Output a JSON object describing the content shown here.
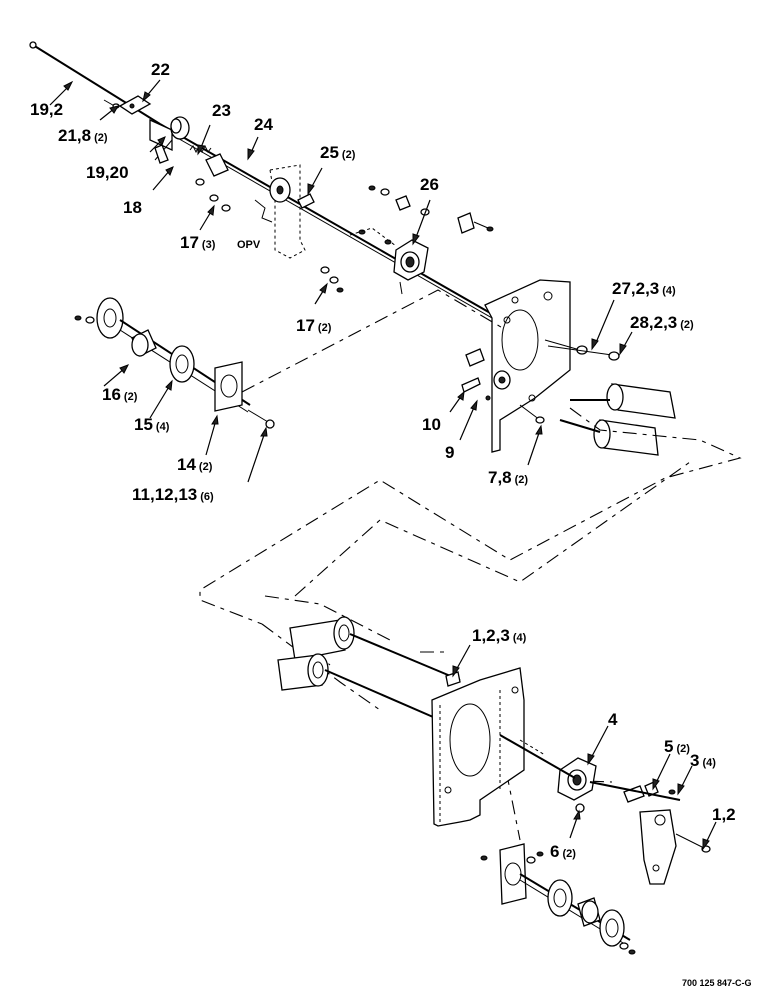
{
  "diagram": {
    "callouts": [
      {
        "id": "c-19-2-top",
        "label": "19,2",
        "qty": ""
      },
      {
        "id": "c-22",
        "label": "22",
        "qty": ""
      },
      {
        "id": "c-21-8",
        "label": "21,8",
        "qty": "(2)"
      },
      {
        "id": "c-23",
        "label": "23",
        "qty": ""
      },
      {
        "id": "c-24",
        "label": "24",
        "qty": ""
      },
      {
        "id": "c-25",
        "label": "25",
        "qty": "(2)"
      },
      {
        "id": "c-19-20",
        "label": "19,20",
        "qty": ""
      },
      {
        "id": "c-18",
        "label": "18",
        "qty": ""
      },
      {
        "id": "c-26",
        "label": "26",
        "qty": ""
      },
      {
        "id": "c-17-3",
        "label": "17",
        "qty": "(3)"
      },
      {
        "id": "c-17-2",
        "label": "17",
        "qty": "(2)"
      },
      {
        "id": "c-27",
        "label": "27,2,3",
        "qty": "(4)"
      },
      {
        "id": "c-28",
        "label": "28,2,3",
        "qty": "(2)"
      },
      {
        "id": "c-16",
        "label": "16",
        "qty": "(2)"
      },
      {
        "id": "c-15",
        "label": "15",
        "qty": "(4)"
      },
      {
        "id": "c-10",
        "label": "10",
        "qty": ""
      },
      {
        "id": "c-9",
        "label": "9",
        "qty": ""
      },
      {
        "id": "c-14",
        "label": "14",
        "qty": "(2)"
      },
      {
        "id": "c-7-8",
        "label": "7,8",
        "qty": "(2)"
      },
      {
        "id": "c-11-12-13",
        "label": "11,12,13",
        "qty": "(6)"
      },
      {
        "id": "c-1-2-3",
        "label": "1,2,3",
        "qty": "(4)"
      },
      {
        "id": "c-4",
        "label": "4",
        "qty": ""
      },
      {
        "id": "c-5",
        "label": "5",
        "qty": "(2)"
      },
      {
        "id": "c-3",
        "label": "3",
        "qty": "(4)"
      },
      {
        "id": "c-1-2",
        "label": "1,2",
        "qty": ""
      },
      {
        "id": "c-6",
        "label": "6",
        "qty": "(2)"
      }
    ],
    "opv_note": "OPV",
    "drawing_number": "700 125 847-C-G"
  }
}
